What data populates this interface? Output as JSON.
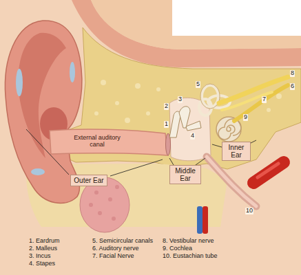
{
  "diagram": {
    "nodes": [
      {
        "text": [
          "Outer Ear"
        ]
      },
      {
        "text": [
          "Middle Ear"
        ]
      },
      {
        "text": [
          "Inner Ear"
        ]
      }
    ],
    "labels": [
      "External auditory canal",
      "1",
      "2",
      "3",
      "4",
      "5",
      "6",
      "7",
      "8",
      "9",
      "10",
      "1. Eardrum",
      "2. Malleus",
      "3. Incus",
      "4. Stapes",
      "5. Semicircular canals",
      "6. Auditory nerve",
      "7. Facial Nerve",
      "8. Vestibular nerve",
      "9. Cochlea",
      "10. Eustachian tube"
    ]
  }
}
